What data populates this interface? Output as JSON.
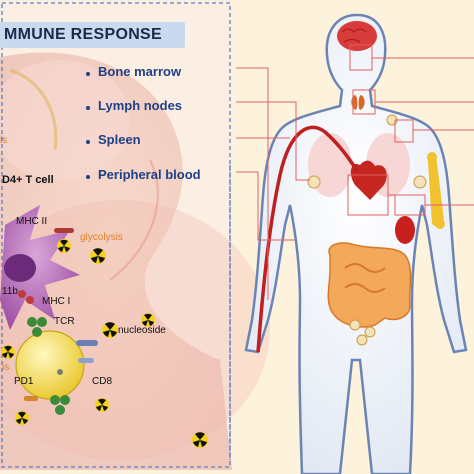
{
  "title": "MMUNE RESPONSE",
  "organs": [
    {
      "label": "Bone marrow"
    },
    {
      "label": "Lymph nodes"
    },
    {
      "label": "Spleen"
    },
    {
      "label": "Peripheral blood"
    }
  ],
  "cell_labels": {
    "cd4_t_cell": "D4+ T cell",
    "mhc_ii": "MHC II",
    "glycolysis_upper": "glycolysis",
    "cd11b": "11b",
    "mhc_i": "MHC I",
    "tcr": "TCR",
    "nucleoside": "nucleoside",
    "pd1": "PD1",
    "cd8": "CD8",
    "is_fragment": "is",
    "ls_fragment": "ls"
  },
  "colors": {
    "background": "#fdf3dc",
    "title_box": "#c9d9ee",
    "label_blue": "#1f3f86",
    "connector_red": "#e06060",
    "radiation_yellow": "#f3d21a"
  }
}
